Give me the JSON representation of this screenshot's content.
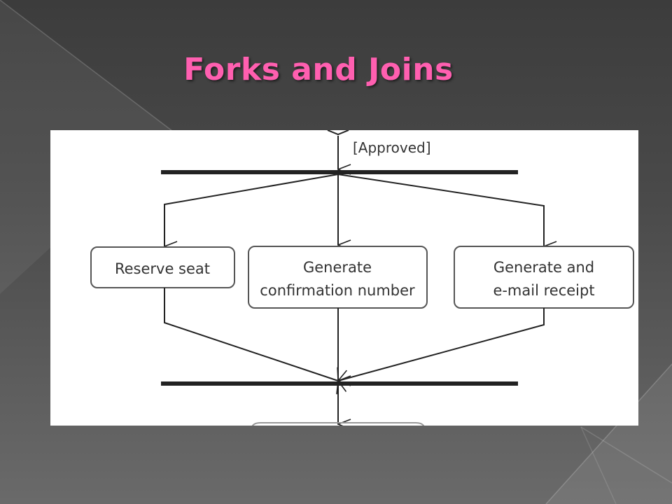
{
  "slide": {
    "title": "Forks and Joins"
  },
  "diagram": {
    "guard": "[Approved]",
    "actions": [
      {
        "lines": [
          "Reserve seat"
        ]
      },
      {
        "lines": [
          "Generate",
          "confirmation number"
        ]
      },
      {
        "lines": [
          "Generate and",
          "e-mail receipt"
        ]
      }
    ]
  },
  "colors": {
    "title": "#ff5fb0",
    "line": "#222222",
    "box_border": "#555555"
  }
}
